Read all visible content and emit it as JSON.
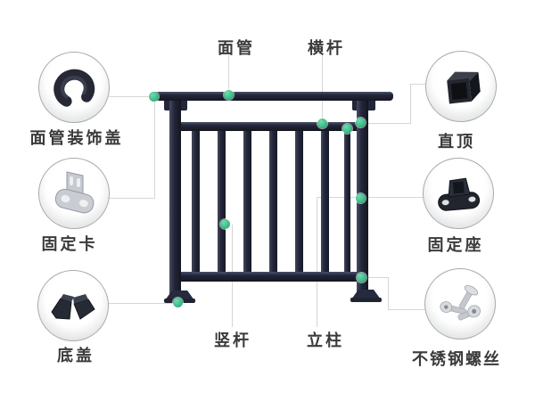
{
  "colors": {
    "background": "#ffffff",
    "rail": "#23263a",
    "rail_highlight": "#4a5068",
    "rail_shadow": "#14161f",
    "accent_dot": "#3abc87",
    "accent_dot_edge": "#259e6d",
    "callout_line": "#d6d6d6",
    "label_text": "#3a3a3a",
    "circle_border": "#a6abaf",
    "metal_part": "#c9cdd3",
    "plastic_part": "#262a34"
  },
  "fence_labels": {
    "top_rail": "面管",
    "cross_bar": "横杆",
    "vertical_bar": "竖杆",
    "post": "立柱"
  },
  "callouts": {
    "left": [
      {
        "label": "面管装饰盖",
        "icon": "rail-end-decorative-cap"
      },
      {
        "label": "固定卡",
        "icon": "fixing-clip"
      },
      {
        "label": "底盖",
        "icon": "bottom-cover"
      }
    ],
    "right": [
      {
        "label": "直顶",
        "icon": "square-top-cap"
      },
      {
        "label": "固定座",
        "icon": "fixing-seat"
      },
      {
        "label": "不锈钢螺丝",
        "icon": "stainless-steel-screws"
      }
    ]
  }
}
